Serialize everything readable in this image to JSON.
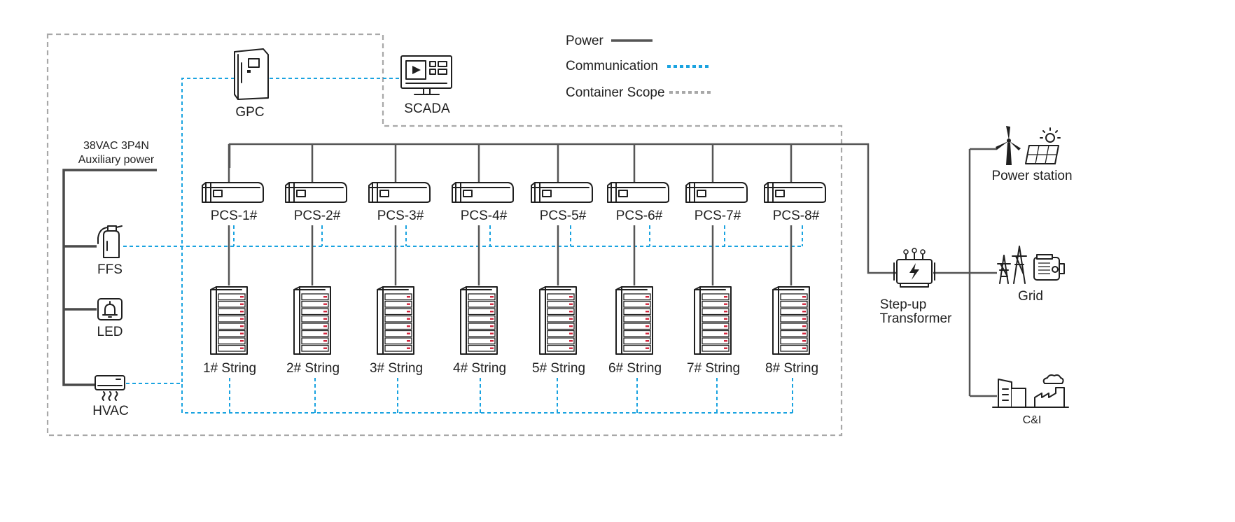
{
  "legend": {
    "power": "Power",
    "communication": "Communication",
    "container_scope": "Container Scope"
  },
  "colors": {
    "power_line": "#555555",
    "communication_line": "#1aa3e0",
    "container_scope_line": "#a8a8a8",
    "battery_indicator": "#d0223a"
  },
  "nodes": {
    "gpc": "GPC",
    "scada": "SCADA",
    "aux_power_line1": "38VAC 3P4N",
    "aux_power_line2": "Auxiliary power",
    "ffs": "FFS",
    "led": "LED",
    "hvac": "HVAC",
    "transformer_line1": "Step-up",
    "transformer_line2": "Transformer",
    "power_station": "Power station",
    "grid": "Grid",
    "ci": "C&I"
  },
  "pcs_units": [
    "PCS-1#",
    "PCS-2#",
    "PCS-3#",
    "PCS-4#",
    "PCS-5#",
    "PCS-6#",
    "PCS-7#",
    "PCS-8#"
  ],
  "battery_strings": [
    "1# String",
    "2# String",
    "3# String",
    "4# String",
    "5# String",
    "6# String",
    "7# String",
    "8# String"
  ],
  "icons": {
    "gpc": "controller-cabinet-icon",
    "scada": "monitor-dashboard-icon",
    "ffs": "fire-extinguisher-icon",
    "led": "alarm-bell-icon",
    "hvac": "air-conditioner-icon",
    "pcs": "inverter-unit-icon",
    "battery": "battery-rack-icon",
    "transformer": "transformer-icon",
    "power_station": "wind-solar-icon",
    "grid": "pylon-generator-icon",
    "ci": "building-factory-icon"
  }
}
